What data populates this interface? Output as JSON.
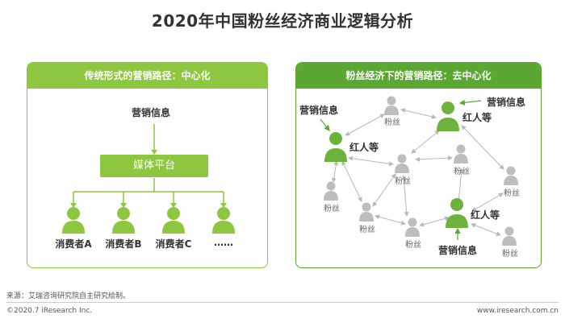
{
  "title": "2020年中国粉丝经济商业逻辑分析",
  "left_panel": {
    "header": "传统形式的营销路径：中心化",
    "marketing_info": "营销信息",
    "media_platform": "媒体平台",
    "consumers": [
      "消费者A",
      "消费者B",
      "消费者C",
      "……"
    ]
  },
  "right_panel": {
    "header": "粉丝经济下的营销路径：去中心化",
    "marketing_info_labels": [
      "营销信息",
      "营销信息",
      "营销信息"
    ],
    "influencer_labels": [
      "红人等",
      "红人等",
      "红人等"
    ],
    "fan_label": "粉丝"
  },
  "colors": {
    "light_green": "#8dc63f",
    "dark_green": "#5aa832",
    "person_green": "#6bb33d",
    "fan_gray": "#bdbdbd",
    "arrow_gray": "#b8b8b8"
  },
  "footer": {
    "source": "来源：艾瑞咨询研究院自主研究绘制。",
    "copyright": "©2020.7 iResearch Inc.",
    "url": "www.iresearch.com.cn"
  }
}
